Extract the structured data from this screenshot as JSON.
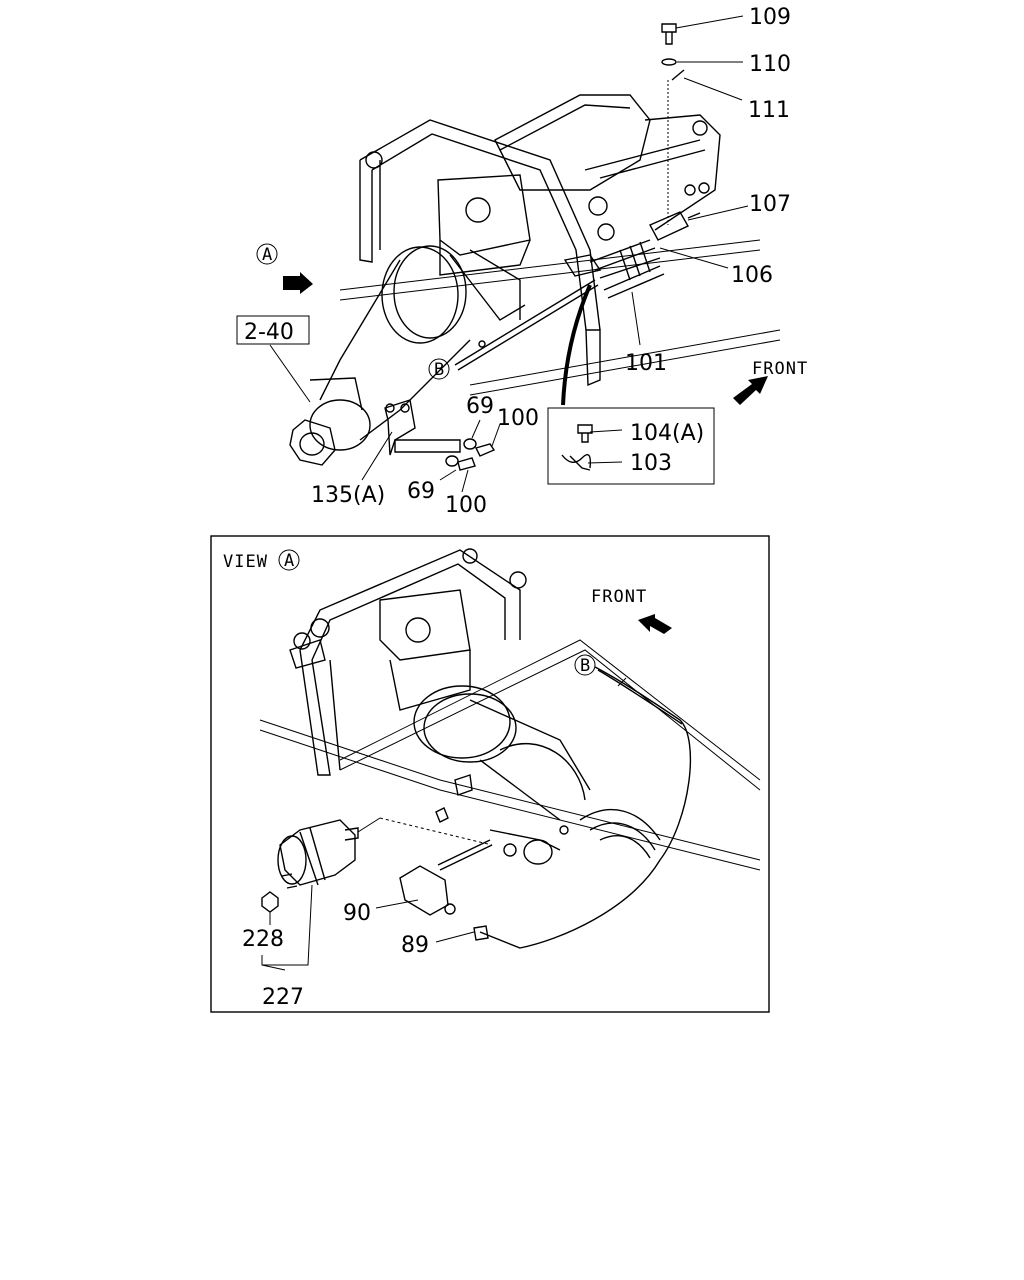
{
  "callouts": {
    "c109": "109",
    "c110": "110",
    "c111": "111",
    "c107": "107",
    "c106": "106",
    "c101": "101",
    "c100a": "100",
    "c100b": "100",
    "c69a": "69",
    "c69b": "69",
    "c135a": "135(A)",
    "c104a": "104(A)",
    "c103": "103",
    "ref240": "2-40",
    "c90": "90",
    "c89": "89",
    "c228": "228",
    "c227": "227"
  },
  "markers": {
    "a_top": "A",
    "b_top": "B",
    "a_view": "A",
    "b_view": "B"
  },
  "captions": {
    "front_top": "FRONT",
    "front_view": "FRONT",
    "view": "VIEW"
  },
  "icons": [
    "arrow-icon",
    "circle-marker-icon"
  ]
}
